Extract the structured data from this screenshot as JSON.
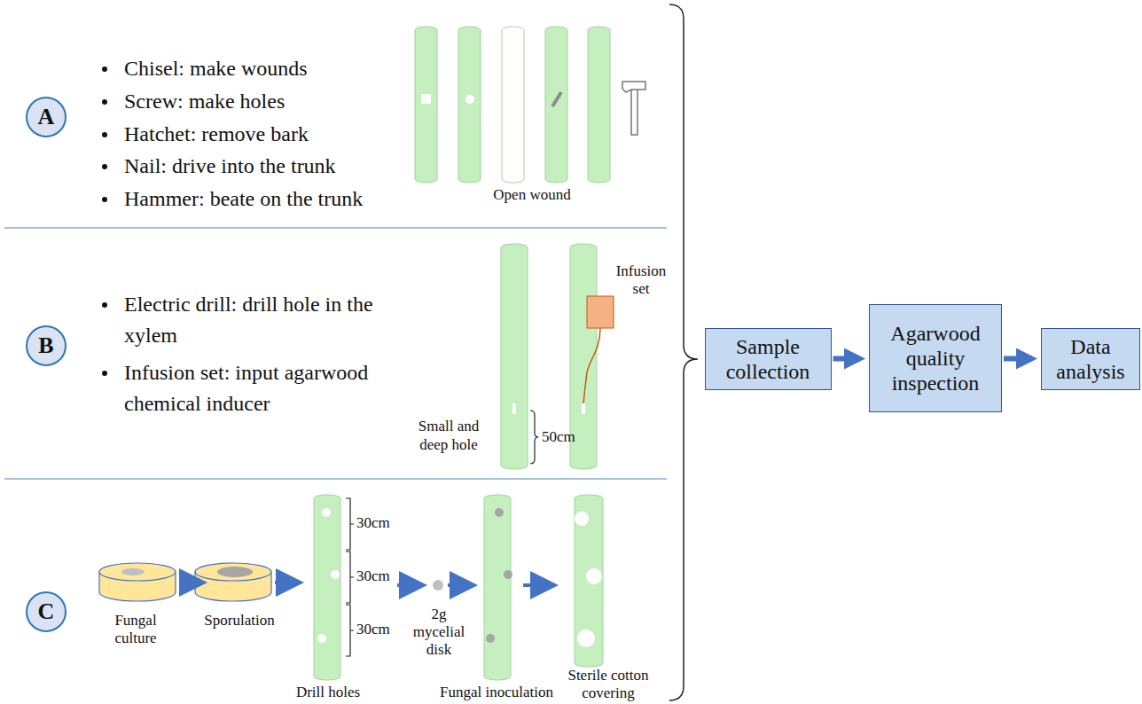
{
  "diagram": {
    "nodes": [
      {
        "text": [
          "A"
        ]
      },
      {
        "text": [
          "B"
        ]
      },
      {
        "text": [
          "C"
        ]
      },
      {
        "text": [
          "Sample collection"
        ]
      },
      {
        "text": [
          "Agarwood quality inspection"
        ]
      },
      {
        "text": [
          "Data analysis"
        ]
      }
    ],
    "edges": [
      {
        "from": 3,
        "to": 4,
        "arrow": "to"
      },
      {
        "from": 4,
        "to": 5,
        "arrow": "to"
      }
    ],
    "labels": [
      "Chisel: make wounds",
      "Screw: make holes",
      "Hatchet: remove bark",
      "Nail: drive into the trunk",
      "Hammer: beate on the trunk",
      "Open wound",
      "Electric drill: drill hole in the xylem",
      "Infusion set: input agarwood chemical inducer",
      "Infusion set",
      "Small and deep hole",
      "50cm",
      "Fungal culture",
      "Sporulation",
      "30cm",
      "30cm",
      "30cm",
      "2g mycelial disk",
      "Drill holes",
      "Fungal inoculation",
      "Sterile cotton covering"
    ]
  }
}
